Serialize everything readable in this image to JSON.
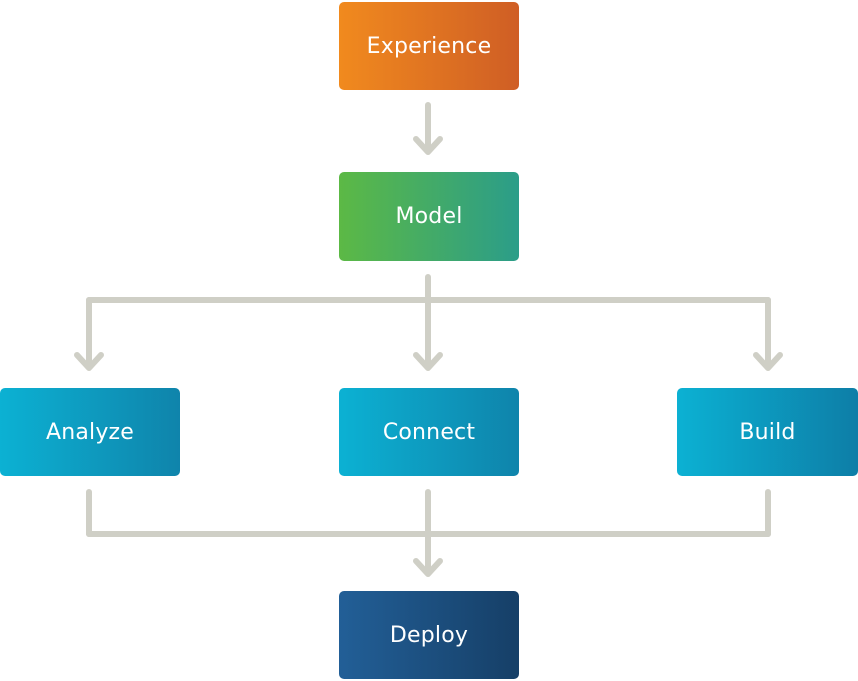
{
  "diagram": {
    "nodes": {
      "experience": "Experience",
      "model": "Model",
      "analyze": "Analyze",
      "connect": "Connect",
      "build": "Build",
      "deploy": "Deploy"
    },
    "edges": [
      {
        "from": "Experience",
        "to": "Model"
      },
      {
        "from": "Model",
        "to": "Analyze"
      },
      {
        "from": "Model",
        "to": "Connect"
      },
      {
        "from": "Model",
        "to": "Build"
      },
      {
        "from": "Analyze",
        "to": "Deploy"
      },
      {
        "from": "Connect",
        "to": "Deploy"
      },
      {
        "from": "Build",
        "to": "Deploy"
      }
    ]
  },
  "colors": {
    "connector": "#cfcfc6",
    "experience": [
      "#f18a1e",
      "#cf5e25"
    ],
    "model": [
      "#5cb945",
      "#2b9d89"
    ],
    "action": [
      "#0cb1d3",
      "#0f84ab"
    ],
    "deploy": [
      "#225f97",
      "#163f67"
    ],
    "text": "#ffffff"
  }
}
